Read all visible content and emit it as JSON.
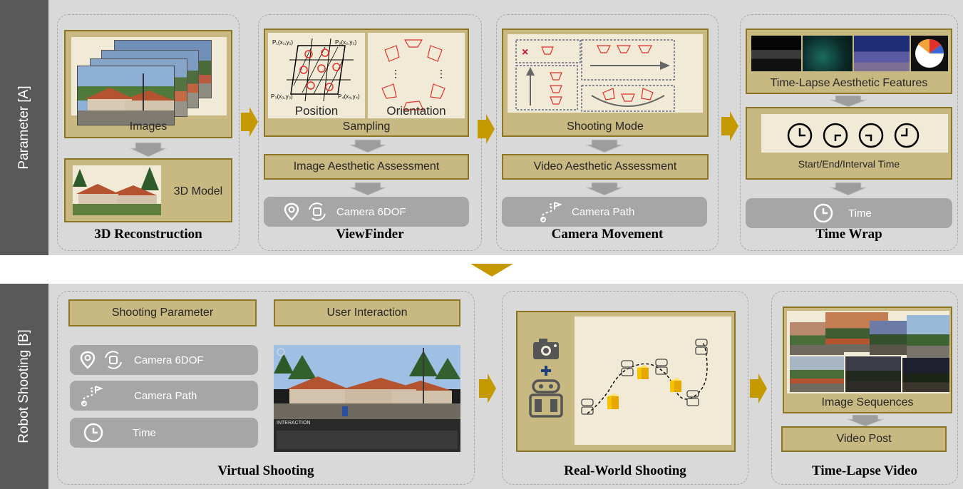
{
  "part_a": {
    "side_label": "Parameter [A]",
    "reconstruction": {
      "title": "3D Reconstruction",
      "images_label": "Images",
      "model_label": "3D Model"
    },
    "viewfinder": {
      "title": "ViewFinder",
      "position_label": "Position",
      "orientation_label": "Orientation",
      "sampling_label": "Sampling",
      "assessment_label": "Image Aesthetic Assessment",
      "output_label": "Camera 6DOF",
      "points": [
        "P₁(x₁,y₁)",
        "P₂(x₂,y₂)",
        "P₃(x₃,y₃)",
        "P₄(x₄,y₄)"
      ]
    },
    "camera_movement": {
      "title": "Camera Movement",
      "mode_label": "Shooting Mode",
      "assessment_label": "Video Aesthetic Assessment",
      "output_label": "Camera Path"
    },
    "time_wrap": {
      "title": "Time Wrap",
      "features_label": "Time-Lapse Aesthetic Features",
      "time_label": "Start/End/Interval Time",
      "output_label": "Time"
    }
  },
  "part_b": {
    "side_label": "Robot Shooting [B]",
    "virtual": {
      "title": "Virtual Shooting",
      "param_header": "Shooting Parameter",
      "ui_header": "User Interaction",
      "items": [
        "Camera 6DOF",
        "Camera Path",
        "Time"
      ],
      "screen_caption": "INTERACTION"
    },
    "real_world": {
      "title": "Real-World Shooting"
    },
    "video": {
      "title": "Time-Lapse Video",
      "sequences_label": "Image Sequences",
      "post_label": "Video Post"
    }
  },
  "colors": {
    "gold_fill": "#c8b882",
    "gold_border": "#8c7625",
    "cream": "#f0ead6",
    "flow_arrow": "#c59a00",
    "output_gray": "#a6a6a6",
    "side_bar": "#595959",
    "sample_red": "#e0312a"
  }
}
